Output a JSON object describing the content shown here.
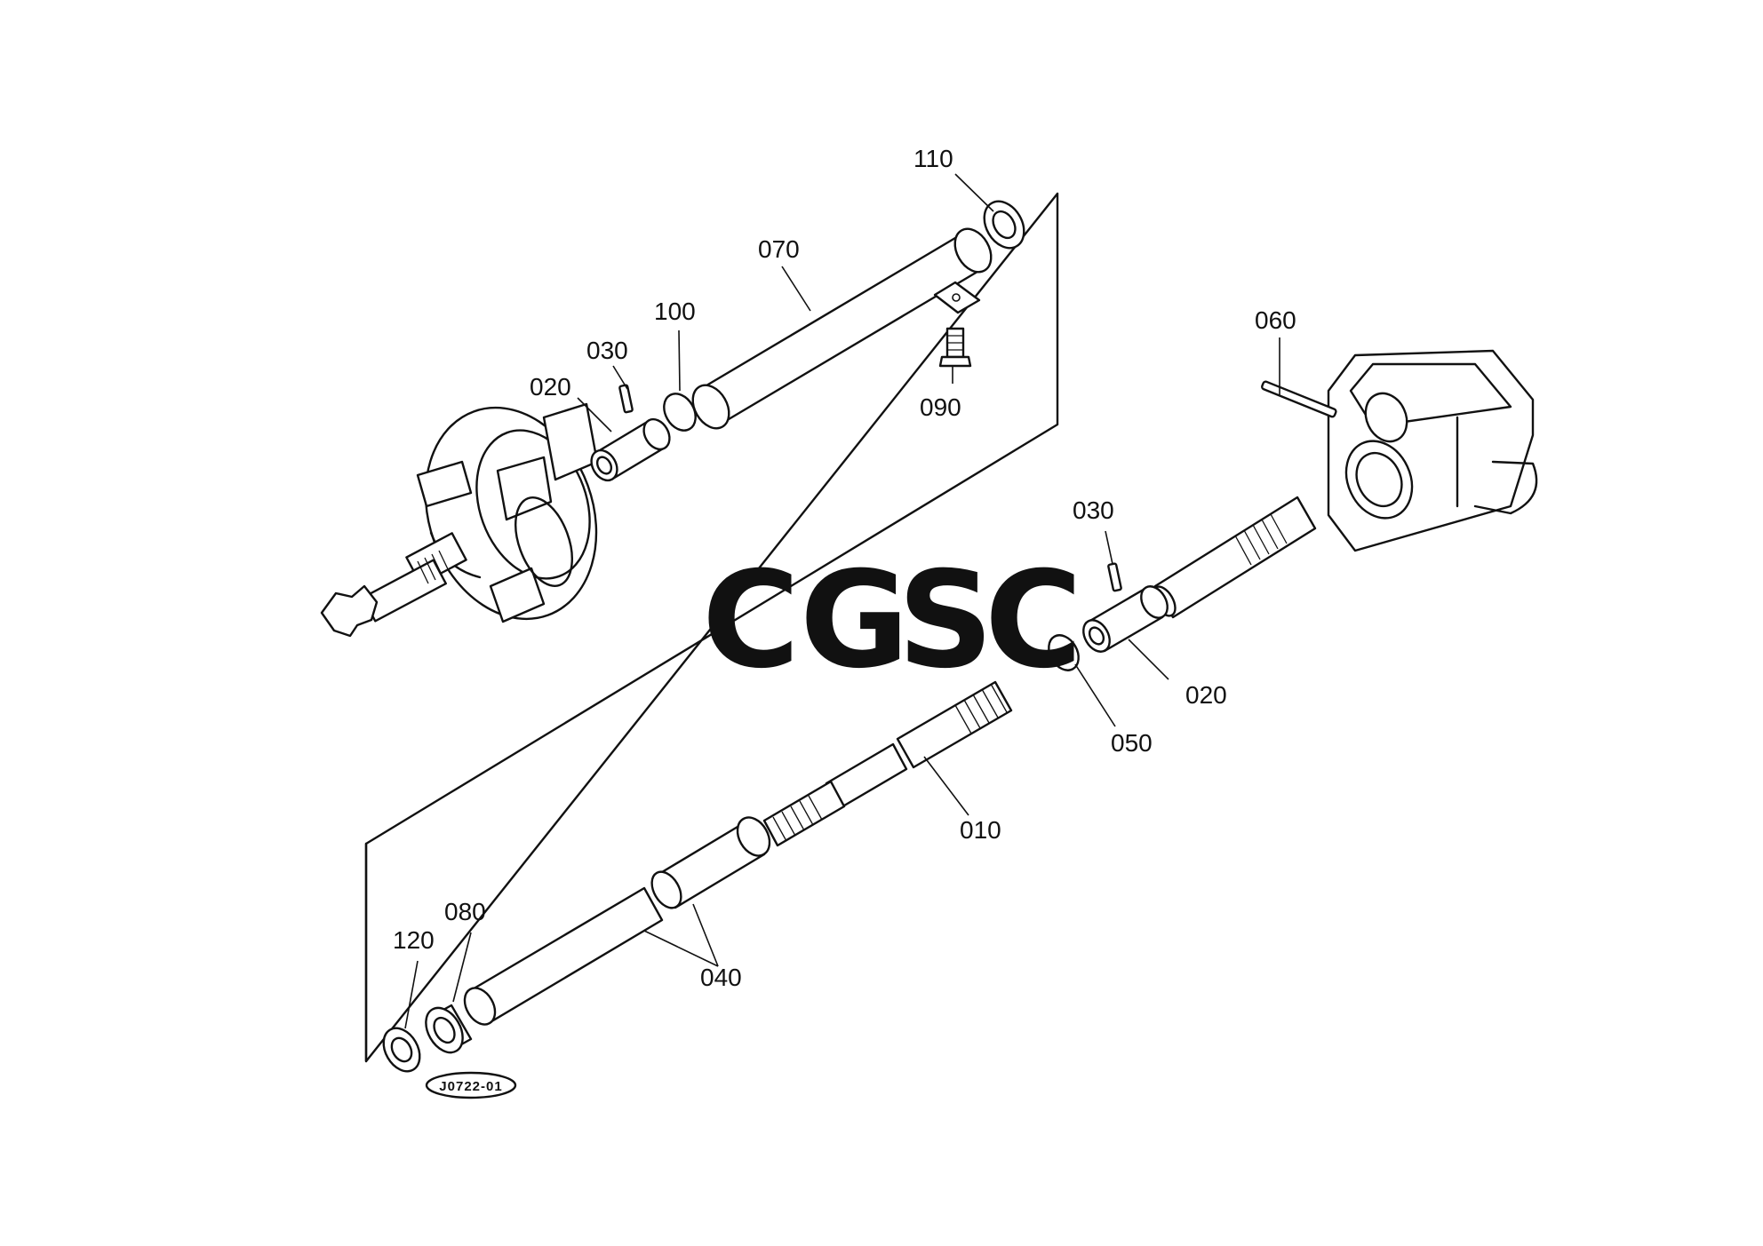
{
  "diagram": {
    "drawing_ref": "J0722-01",
    "watermark": {
      "letters": [
        {
          "char": "C",
          "color": "#7BA7F7"
        },
        {
          "char": "G",
          "color": "#F28B82"
        },
        {
          "char": "S",
          "color": "#F6D36B"
        },
        {
          "char": "C",
          "color": "#6DC09A"
        }
      ]
    },
    "callouts": [
      {
        "id": "c110",
        "label": "110"
      },
      {
        "id": "c070",
        "label": "070"
      },
      {
        "id": "c100",
        "label": "100"
      },
      {
        "id": "c030a",
        "label": "030"
      },
      {
        "id": "c020a",
        "label": "020"
      },
      {
        "id": "c090",
        "label": "090"
      },
      {
        "id": "c060",
        "label": "060"
      },
      {
        "id": "c030b",
        "label": "030"
      },
      {
        "id": "c020b",
        "label": "020"
      },
      {
        "id": "c050",
        "label": "050"
      },
      {
        "id": "c010",
        "label": "010"
      },
      {
        "id": "c040",
        "label": "040"
      },
      {
        "id": "c080",
        "label": "080"
      },
      {
        "id": "c120",
        "label": "120"
      }
    ]
  }
}
